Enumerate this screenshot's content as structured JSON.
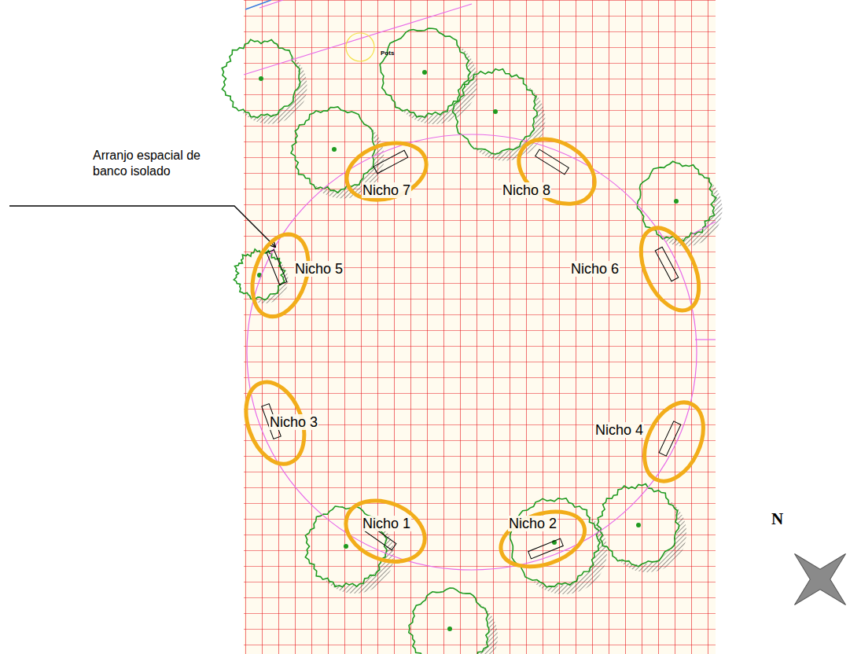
{
  "diagram": {
    "nodes": [
      {
        "text": [
          "Nicho 7"
        ]
      },
      {
        "text": [
          "Nicho 8"
        ]
      },
      {
        "text": [
          "Nicho 5"
        ]
      },
      {
        "text": [
          "Nicho 6"
        ]
      },
      {
        "text": [
          "Nicho 3"
        ]
      },
      {
        "text": [
          "Nicho 4"
        ]
      },
      {
        "text": [
          "Nicho 1"
        ]
      },
      {
        "text": [
          "Nicho 2"
        ]
      }
    ],
    "labels": [
      "Arranjo espacial de banco isolado",
      "Pots",
      "N"
    ]
  }
}
